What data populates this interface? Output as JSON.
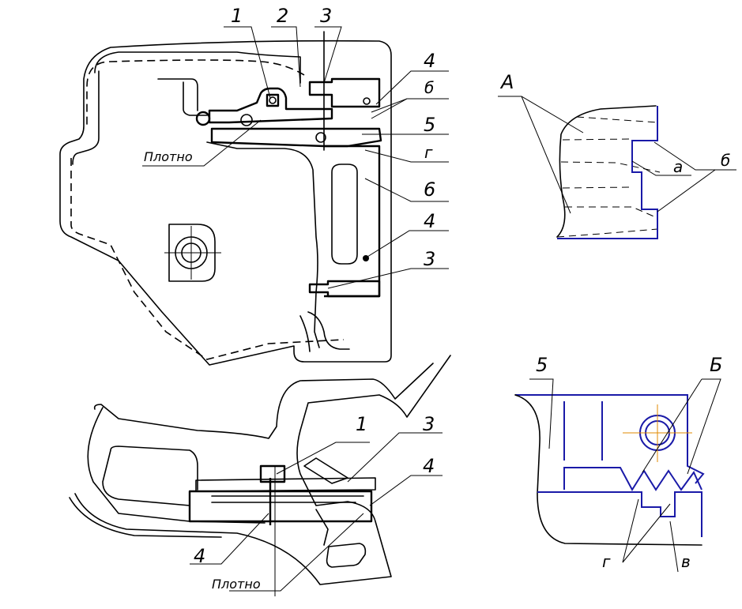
{
  "labels": {
    "n1": "1",
    "n2": "2",
    "n3": "3",
    "n4": "4",
    "n5": "5",
    "n6": "6",
    "plotno": "Плотно",
    "letter_b_small": "б",
    "letter_g": "г",
    "letter_a_small": "а",
    "letter_v": "в",
    "view_A": "А",
    "view_B": "Б"
  },
  "colors": {
    "line": "#000000",
    "detail_outline": "#1a1aa8",
    "center_line": "#e08a00"
  }
}
